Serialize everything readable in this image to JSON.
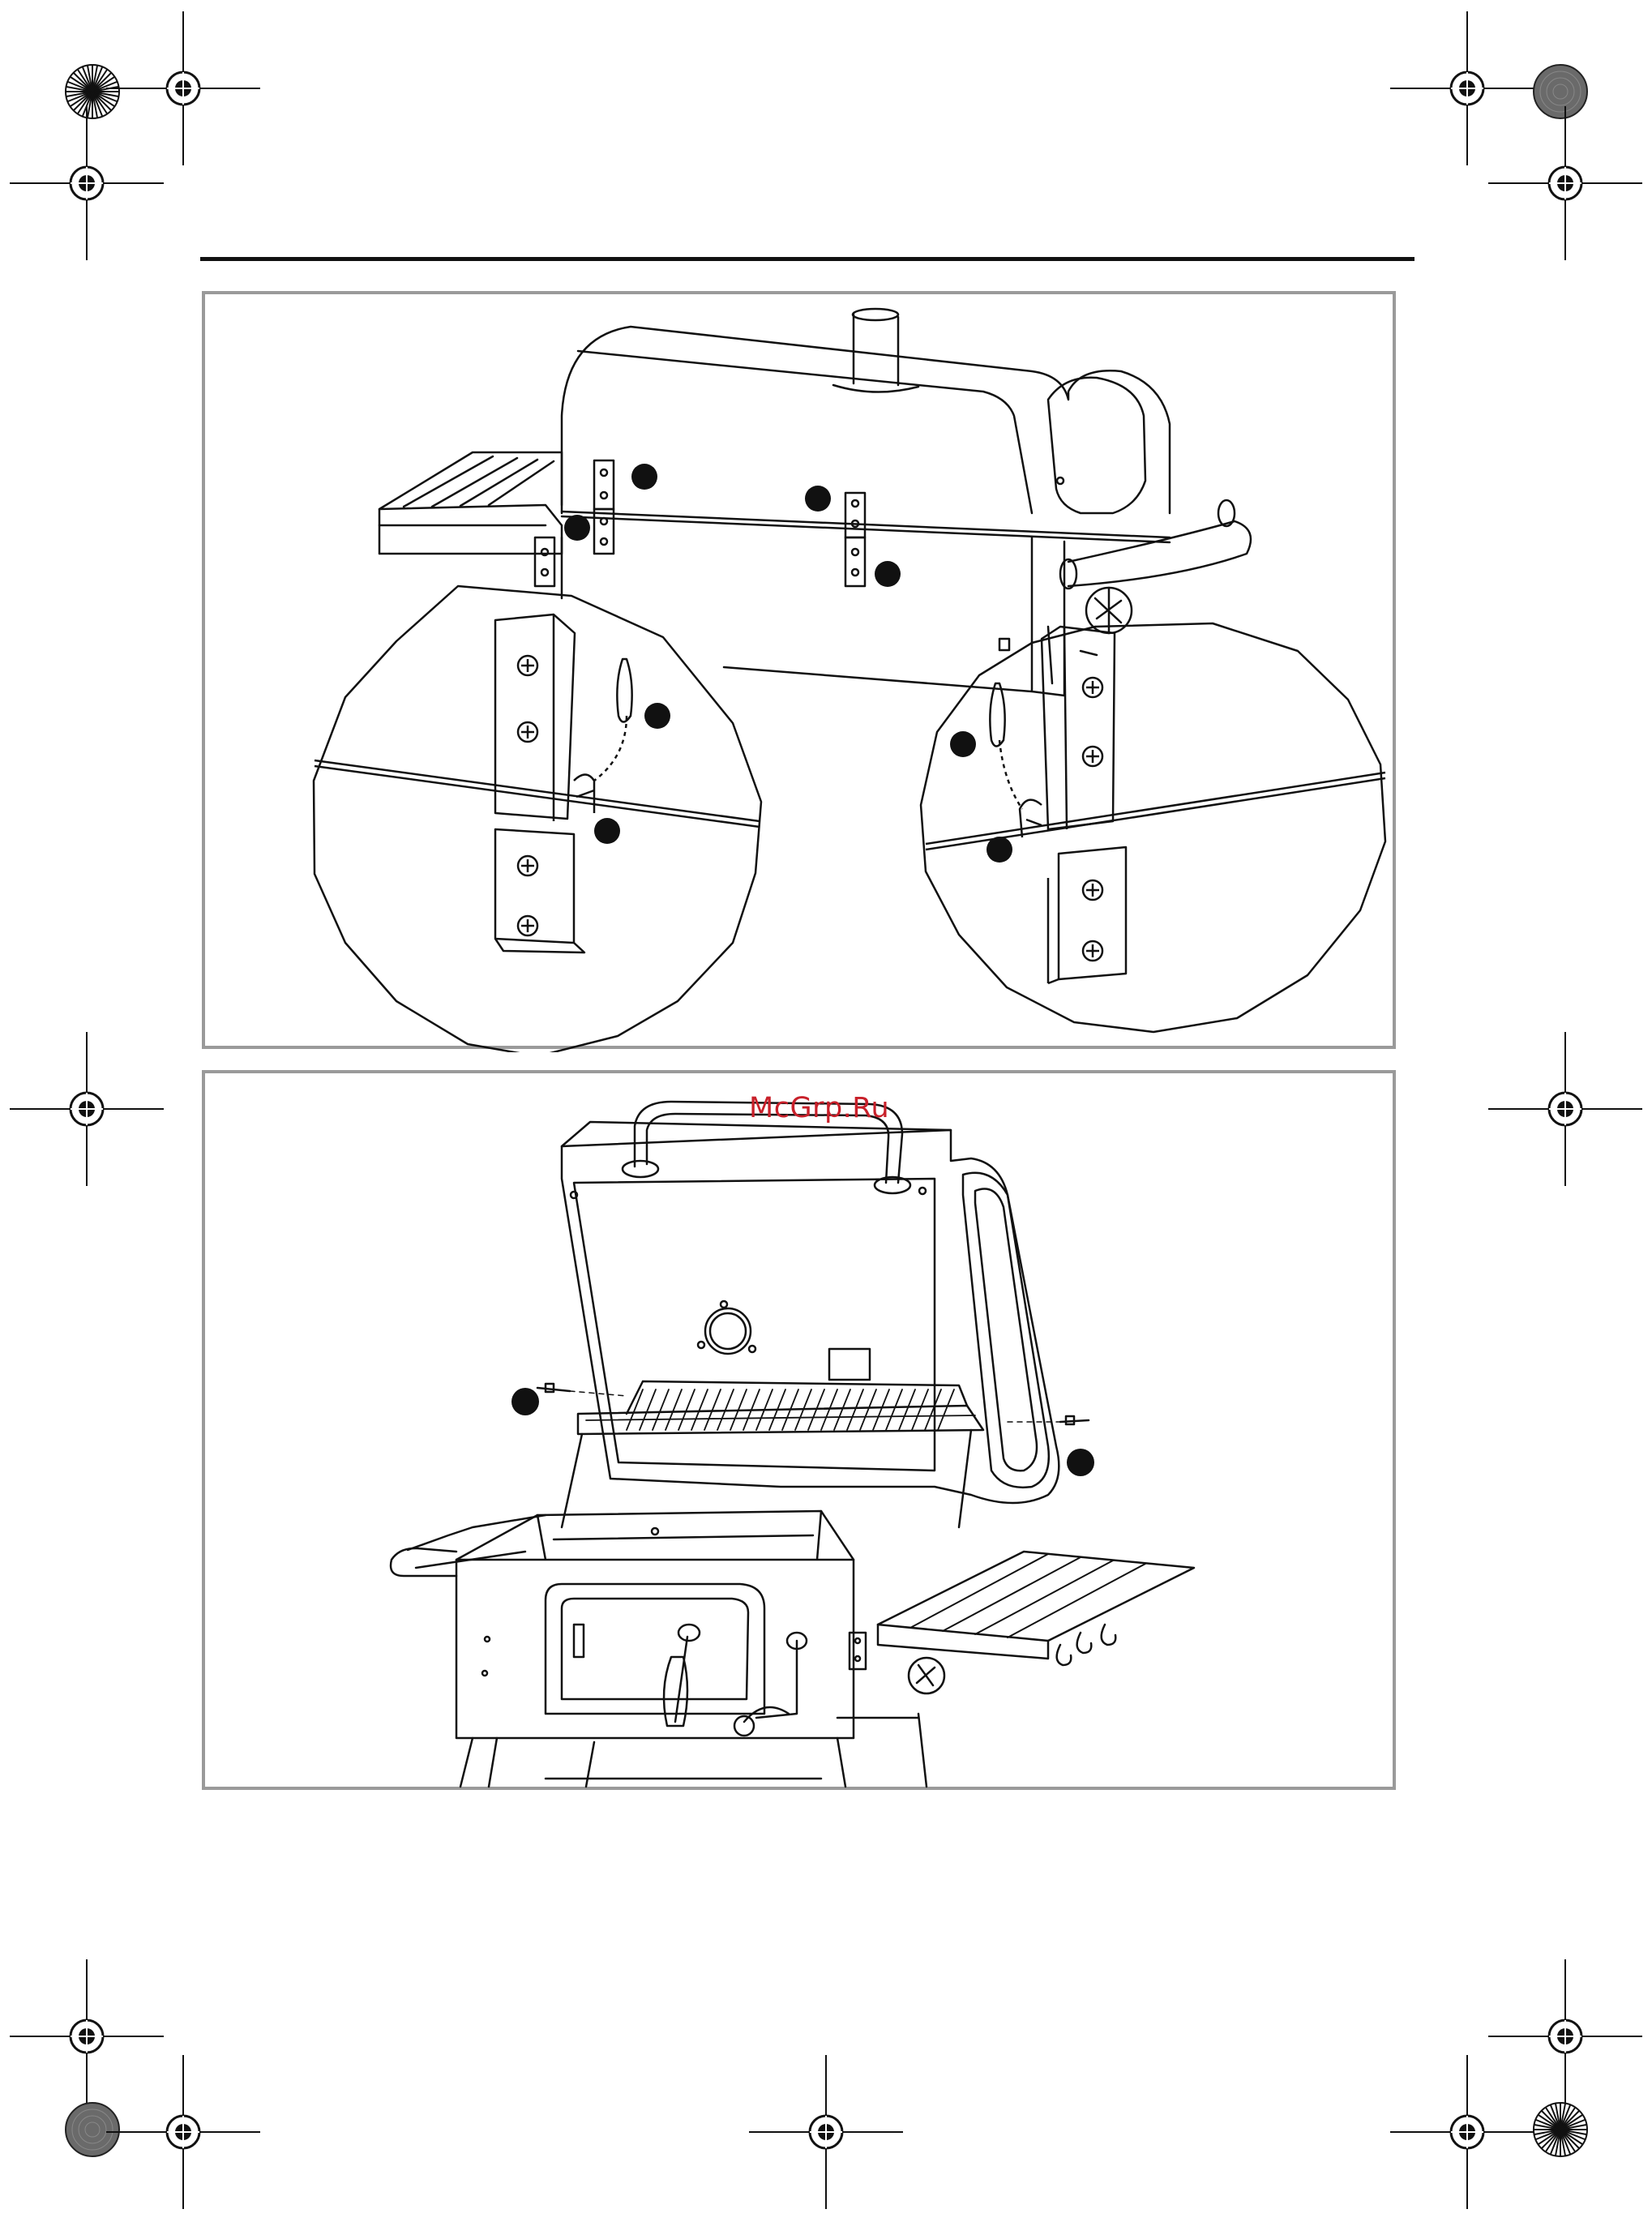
{
  "page": {
    "watermark_text": "McGrp.Ru"
  },
  "figures": [
    {
      "id": "fig-lid-hinges",
      "callout_markers": 8
    },
    {
      "id": "fig-open-grill",
      "callout_markers": 2
    }
  ],
  "colors": {
    "line": "#111111",
    "panel_border": "#9a9a9a",
    "watermark": "#c8202a",
    "callout": "#111111"
  }
}
